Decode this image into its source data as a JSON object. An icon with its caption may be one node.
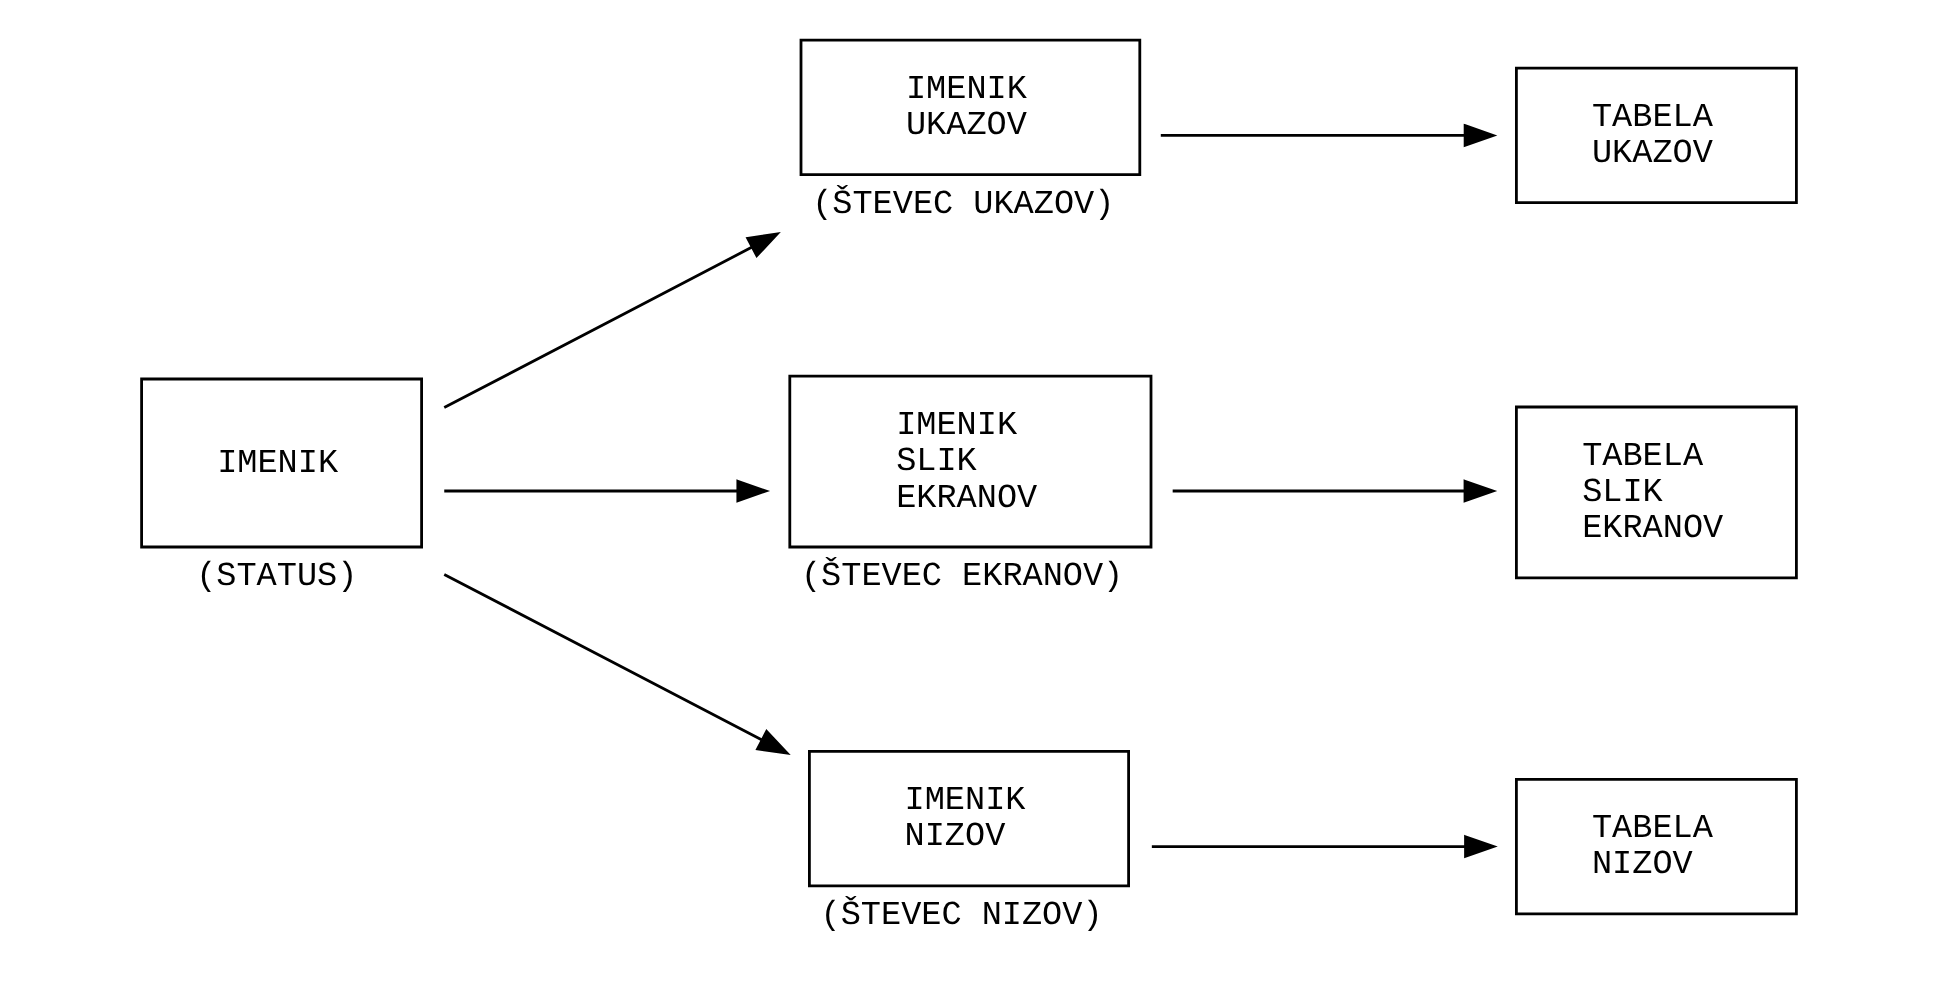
{
  "diagram": {
    "nodes": [
      {
        "text": [
          "IMENIK"
        ],
        "beside": [
          "(STATUS)"
        ]
      },
      {
        "text": [
          "IMENIK UKAZOV"
        ],
        "beside": [
          "(ŠTEVEC UKAZOV)"
        ]
      },
      {
        "text": [
          "TABELA UKAZOV"
        ]
      },
      {
        "text": [
          "IMENIK SLIK EKRANOV"
        ],
        "beside": [
          "(ŠTEVEC EKRANOV)"
        ]
      },
      {
        "text": [
          "TABELA SLIK EKRANOV"
        ]
      },
      {
        "text": [
          "IMENIK NIZOV"
        ],
        "beside": [
          "(ŠTEVEC NIZOV)"
        ]
      },
      {
        "text": [
          "TABELA NIZOV"
        ]
      }
    ],
    "edges": [
      {
        "from": 0,
        "to": 1,
        "arrow": "to"
      },
      {
        "from": 1,
        "to": 2,
        "arrow": "to"
      },
      {
        "from": 0,
        "to": 3,
        "arrow": "to"
      },
      {
        "from": 3,
        "to": 4,
        "arrow": "to"
      },
      {
        "from": 0,
        "to": 5,
        "arrow": "to"
      },
      {
        "from": 5,
        "to": 6,
        "arrow": "to"
      }
    ]
  }
}
